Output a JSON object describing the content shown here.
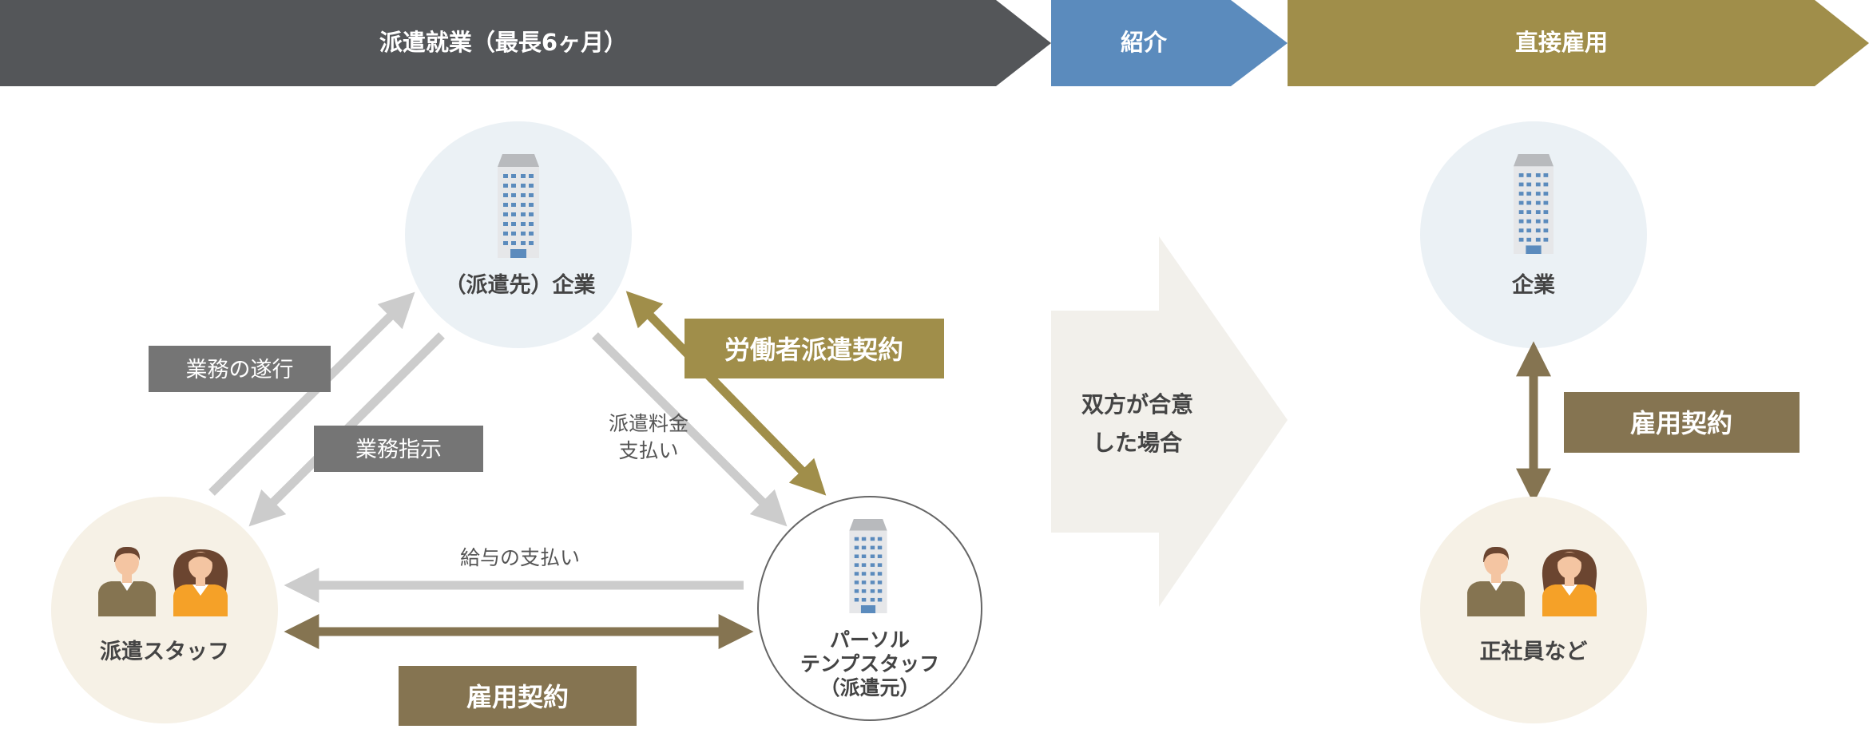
{
  "phases": {
    "dispatch": "派遣就業（最長6ヶ月）",
    "intro": "紹介",
    "direct": "直接雇用"
  },
  "nodes": {
    "client_company": "（派遣先）企業",
    "dispatch_staff": "派遣スタッフ",
    "agency_line1": "パーソル",
    "agency_line2": "テンプスタッフ",
    "agency_line3": "（派遣元）",
    "direct_company": "企業",
    "regular_employee": "正社員など"
  },
  "relations": {
    "work_execution": "業務の遂行",
    "work_instruction": "業務指示",
    "dispatch_contract": "労働者派遣契約",
    "fee_line1": "派遣料金",
    "fee_line2": "支払い",
    "salary_payment": "給与の支払い",
    "employment_contract": "雇用契約",
    "employment_contract_direct": "雇用契約"
  },
  "transition": {
    "line1": "双方が合意",
    "line2": "した場合"
  },
  "colors": {
    "dispatch_bar": "#545659",
    "intro_bar": "#5b8bbd",
    "direct_bar": "#a08e4a",
    "company_circle": "#ebf1f5",
    "staff_circle": "#f6f1e6",
    "gray_tag": "#757575",
    "contract_gold": "#a08e4a",
    "contract_brown": "#857451",
    "arrow_gray": "#cccccc",
    "transition_arrow": "#f2f0eb"
  }
}
